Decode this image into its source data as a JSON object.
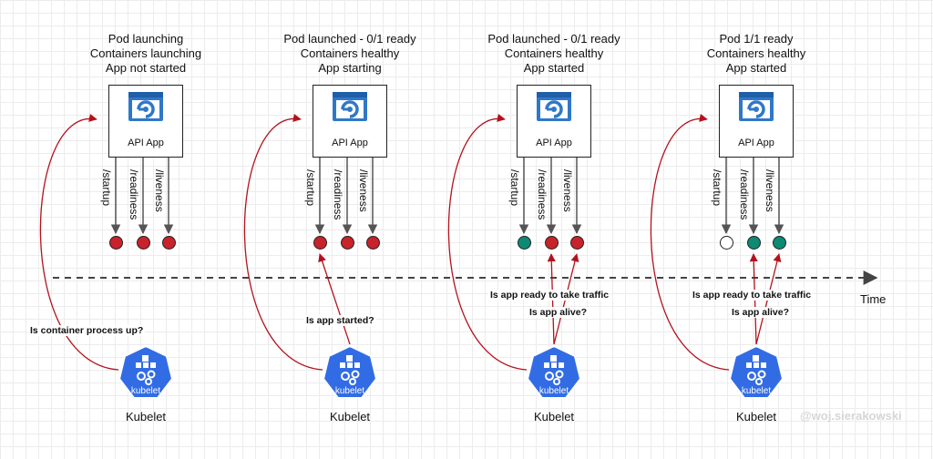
{
  "stages": [
    {
      "title": [
        "Pod launching",
        "Containers launching",
        "App not started"
      ],
      "app_label": "API App",
      "probes": [
        "/startup",
        "/readiness",
        "/liveness"
      ],
      "probe_status": [
        "red",
        "red",
        "red"
      ],
      "kubelet_label": "Kubelet",
      "notes": [
        "Is container process up?"
      ]
    },
    {
      "title": [
        "Pod launched - 0/1 ready",
        "Containers healthy",
        "App starting"
      ],
      "app_label": "API App",
      "probes": [
        "/startup",
        "/readiness",
        "/liveness"
      ],
      "probe_status": [
        "red",
        "red",
        "red"
      ],
      "kubelet_label": "Kubelet",
      "notes": [
        "Is app started?"
      ]
    },
    {
      "title": [
        "Pod launched - 0/1 ready",
        "Containers healthy",
        "App started"
      ],
      "app_label": "API App",
      "probes": [
        "/startup",
        "/readiness",
        "/liveness"
      ],
      "probe_status": [
        "green",
        "red",
        "red"
      ],
      "kubelet_label": "Kubelet",
      "notes": [
        "Is app ready to take traffic",
        "Is app alive?"
      ]
    },
    {
      "title": [
        "Pod 1/1 ready",
        "Containers healthy",
        "App started"
      ],
      "app_label": "API App",
      "probes": [
        "/startup",
        "/readiness",
        "/liveness"
      ],
      "probe_status": [
        "white",
        "green",
        "green"
      ],
      "kubelet_label": "Kubelet",
      "notes": [
        "Is app ready to take traffic",
        "Is app alive?"
      ]
    }
  ],
  "kubelet_logo_text": "kubelet",
  "timeline_label": "Time",
  "watermark": "@woj.sierakowski",
  "colors": {
    "probe_red": "#c8222b",
    "probe_green": "#0c8a72",
    "arrow_red": "#b3121d",
    "kubernetes_blue": "#326ce5",
    "app_icon_blue": "#2f78c8"
  }
}
